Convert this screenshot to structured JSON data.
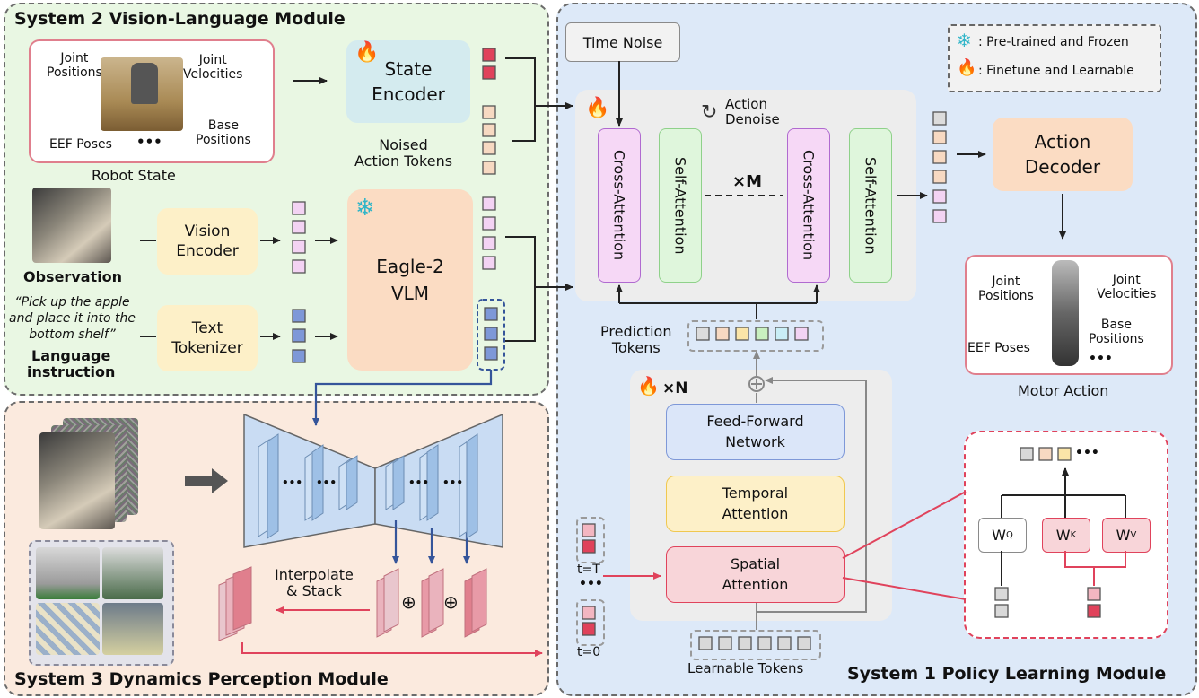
{
  "system2": {
    "title": "System 2 Vision-Language Module",
    "robot_state": {
      "joint_positions": "Joint\nPositions",
      "joint_velocities": "Joint\nVelocities",
      "base_positions": "Base\nPositions",
      "eef_poses": "EEF Poses",
      "dots": "•••",
      "caption": "Robot State"
    },
    "state_encoder": "State\nEncoder",
    "noised_tokens": "Noised\nAction Tokens",
    "observation": "Observation",
    "instruction_text": "“Pick up the apple\nand place it into the\nbottom shelf”",
    "language_instruction": "Language\ninstruction",
    "vision_encoder": "Vision\nEncoder",
    "text_tokenizer": "Text\nTokenizer",
    "vlm": "Eagle-2\nVLM"
  },
  "system3": {
    "title": "System 3 Dynamics Perception Module",
    "interpolate": "Interpolate\n& Stack",
    "dots": "•••"
  },
  "system1": {
    "title": "System 1 Policy Learning Module",
    "time_noise": "Time Noise",
    "action_denoise": "Action\nDenoise",
    "cross_attention": "Cross-Attention",
    "self_attention": "Self-Attention",
    "repeat_m": "×M",
    "action_decoder": "Action\nDecoder",
    "motor_action": {
      "joint_positions": "Joint\nPositions",
      "joint_velocities": "Joint\nVelocities",
      "base_positions": "Base\nPositions",
      "eef_poses": "EEF Poses",
      "dots": "•••",
      "caption": "Motor Action"
    },
    "prediction_tokens": "Prediction\nTokens",
    "repeat_n": "×N",
    "ffn": "Feed-Forward\nNetwork",
    "temporal": "Temporal\nAttention",
    "spatial": "Spatial\nAttention",
    "t_T": "t=T",
    "t_dots": "•••",
    "t_0": "t=0",
    "learnable_tokens": "Learnable Tokens",
    "wq": "W",
    "wq_sup": "Q",
    "wk": "W",
    "wk_sup": "K",
    "wv": "W",
    "wv_sup": "V",
    "attn_dots": "•••"
  },
  "legend": {
    "frozen": ": Pre-trained and Frozen",
    "learnable": ": Finetune and Learnable"
  },
  "colors": {
    "sys2_bg": "#e9f7e3",
    "sys3_bg": "#fbeade",
    "sys1_bg": "#dde9f8",
    "red_token": "#e0425b",
    "peach_token": "#f7d9c2",
    "pink_token": "#f3d3f3",
    "blue_token": "#7e98d8",
    "arrow_blue": "#35559a",
    "arrow_red": "#e0435c"
  }
}
